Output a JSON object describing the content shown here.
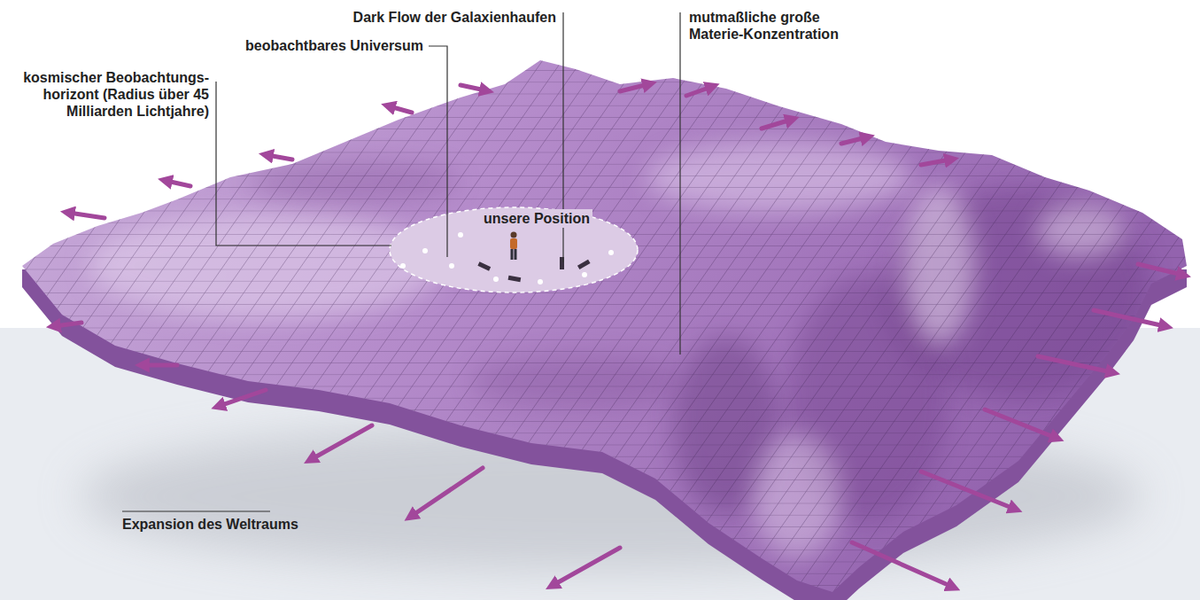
{
  "diagram": {
    "labels": [
      "Dark Flow der Galaxienhaufen",
      "mutmaßliche große Materie-Konzentration",
      "beobachtbares Universum",
      "kosmischer Beobachtungs- horizont (Radius über 45 Milliarden Lichtjahre)",
      "unsere Position",
      "Expansion des Weltraums"
    ]
  }
}
